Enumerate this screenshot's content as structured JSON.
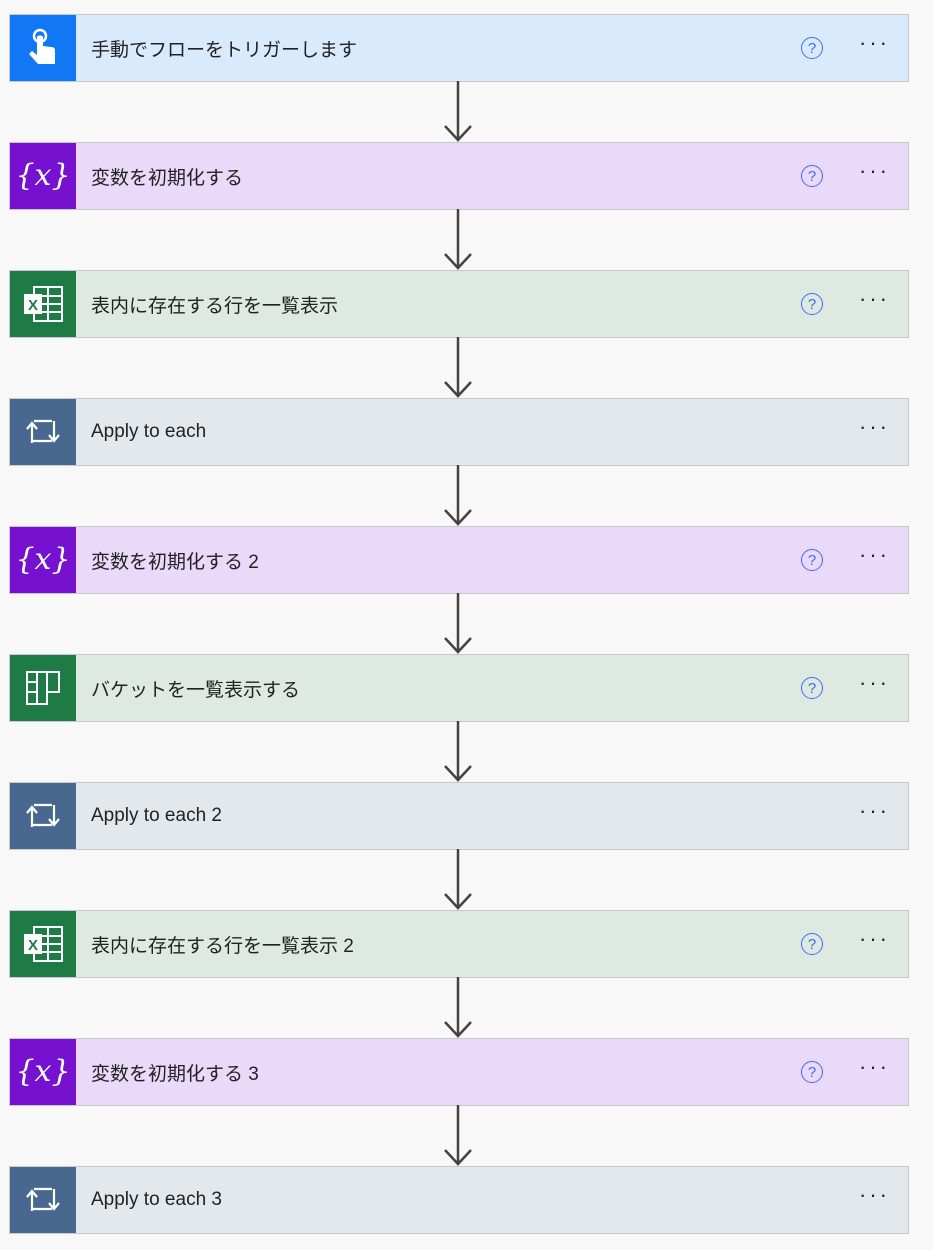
{
  "colors": {
    "trigger": "#1277f5",
    "trigger_bg": "#d9eafc",
    "variable": "#7612cf",
    "variable_bg": "#ead9f8",
    "excel": "#1e7b46",
    "excel_bg": "#dee9e2",
    "loop": "#486890",
    "loop_bg": "#e3e8ec"
  },
  "steps": [
    {
      "title": "手動でフローをトリガーします",
      "kind": "trigger",
      "icon": "touch-hand-icon",
      "help": true
    },
    {
      "title": "変数を初期化する",
      "kind": "variable",
      "icon": "variable-icon",
      "help": true
    },
    {
      "title": "表内に存在する行を一覧表示",
      "kind": "excel",
      "icon": "excel-icon",
      "help": true
    },
    {
      "title": "Apply to each",
      "kind": "loop",
      "icon": "loop-icon",
      "help": false
    },
    {
      "title": "変数を初期化する 2",
      "kind": "variable",
      "icon": "variable-icon",
      "help": true
    },
    {
      "title": "バケットを一覧表示する",
      "kind": "excel",
      "icon": "planner-icon",
      "help": true
    },
    {
      "title": "Apply to each 2",
      "kind": "loop",
      "icon": "loop-icon",
      "help": false
    },
    {
      "title": "表内に存在する行を一覧表示 2",
      "kind": "excel",
      "icon": "excel-icon",
      "help": true
    },
    {
      "title": "変数を初期化する 3",
      "kind": "variable",
      "icon": "variable-icon",
      "help": true
    },
    {
      "title": "Apply to each 3",
      "kind": "loop",
      "icon": "loop-icon",
      "help": false
    }
  ],
  "help_glyph": "?",
  "more_glyph": "···"
}
